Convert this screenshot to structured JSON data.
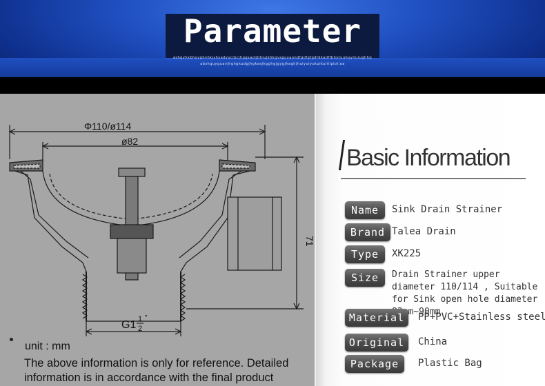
{
  "header": {
    "title": "Parameter",
    "subtitle_line1": "ashgyhxbhyyghvhkjshyadyucibcjhggsaoljbhiujkhkgvsguyaondfgdfgfgdfdkadffbhytuuhuyiiuiughhjj",
    "subtitle_line2": "abshguyguavjhghgkudgjhgksajhgghgjgygjhaghjhuiyuiyukuikuiiiipiol:oa"
  },
  "diagram": {
    "dim_outer": "Φ110/ø114",
    "dim_inner": "ø82",
    "dim_height": "71",
    "thread_label": "G1",
    "thread_fraction_num": "1",
    "thread_fraction_den": "2",
    "thread_mark": "\""
  },
  "notes": {
    "unit": "unit : mm",
    "disclaimer": "The above information is only for reference. Detailed information is in accordance with the final product"
  },
  "basic_info": {
    "title": "Basic Information",
    "rows": [
      {
        "label": "Name",
        "value": "Sink Drain Strainer"
      },
      {
        "label": "Brand",
        "value": "Talea Drain"
      },
      {
        "label": "Type",
        "value": "XK225"
      },
      {
        "label": "Size",
        "value": "Drain Strainer upper diameter 110/114 , Suitable for Sink open hole diameter 83mm~90mm"
      },
      {
        "label": "Material",
        "value": "PP+PVC+Stainless steel"
      },
      {
        "label": "Original",
        "value": "China"
      },
      {
        "label": "Package",
        "value": "Plastic Bag"
      }
    ]
  },
  "colors": {
    "header_blue": "#1f4fc0",
    "left_panel": "#a6a6a6",
    "label_bg": "#4f4f4f"
  }
}
